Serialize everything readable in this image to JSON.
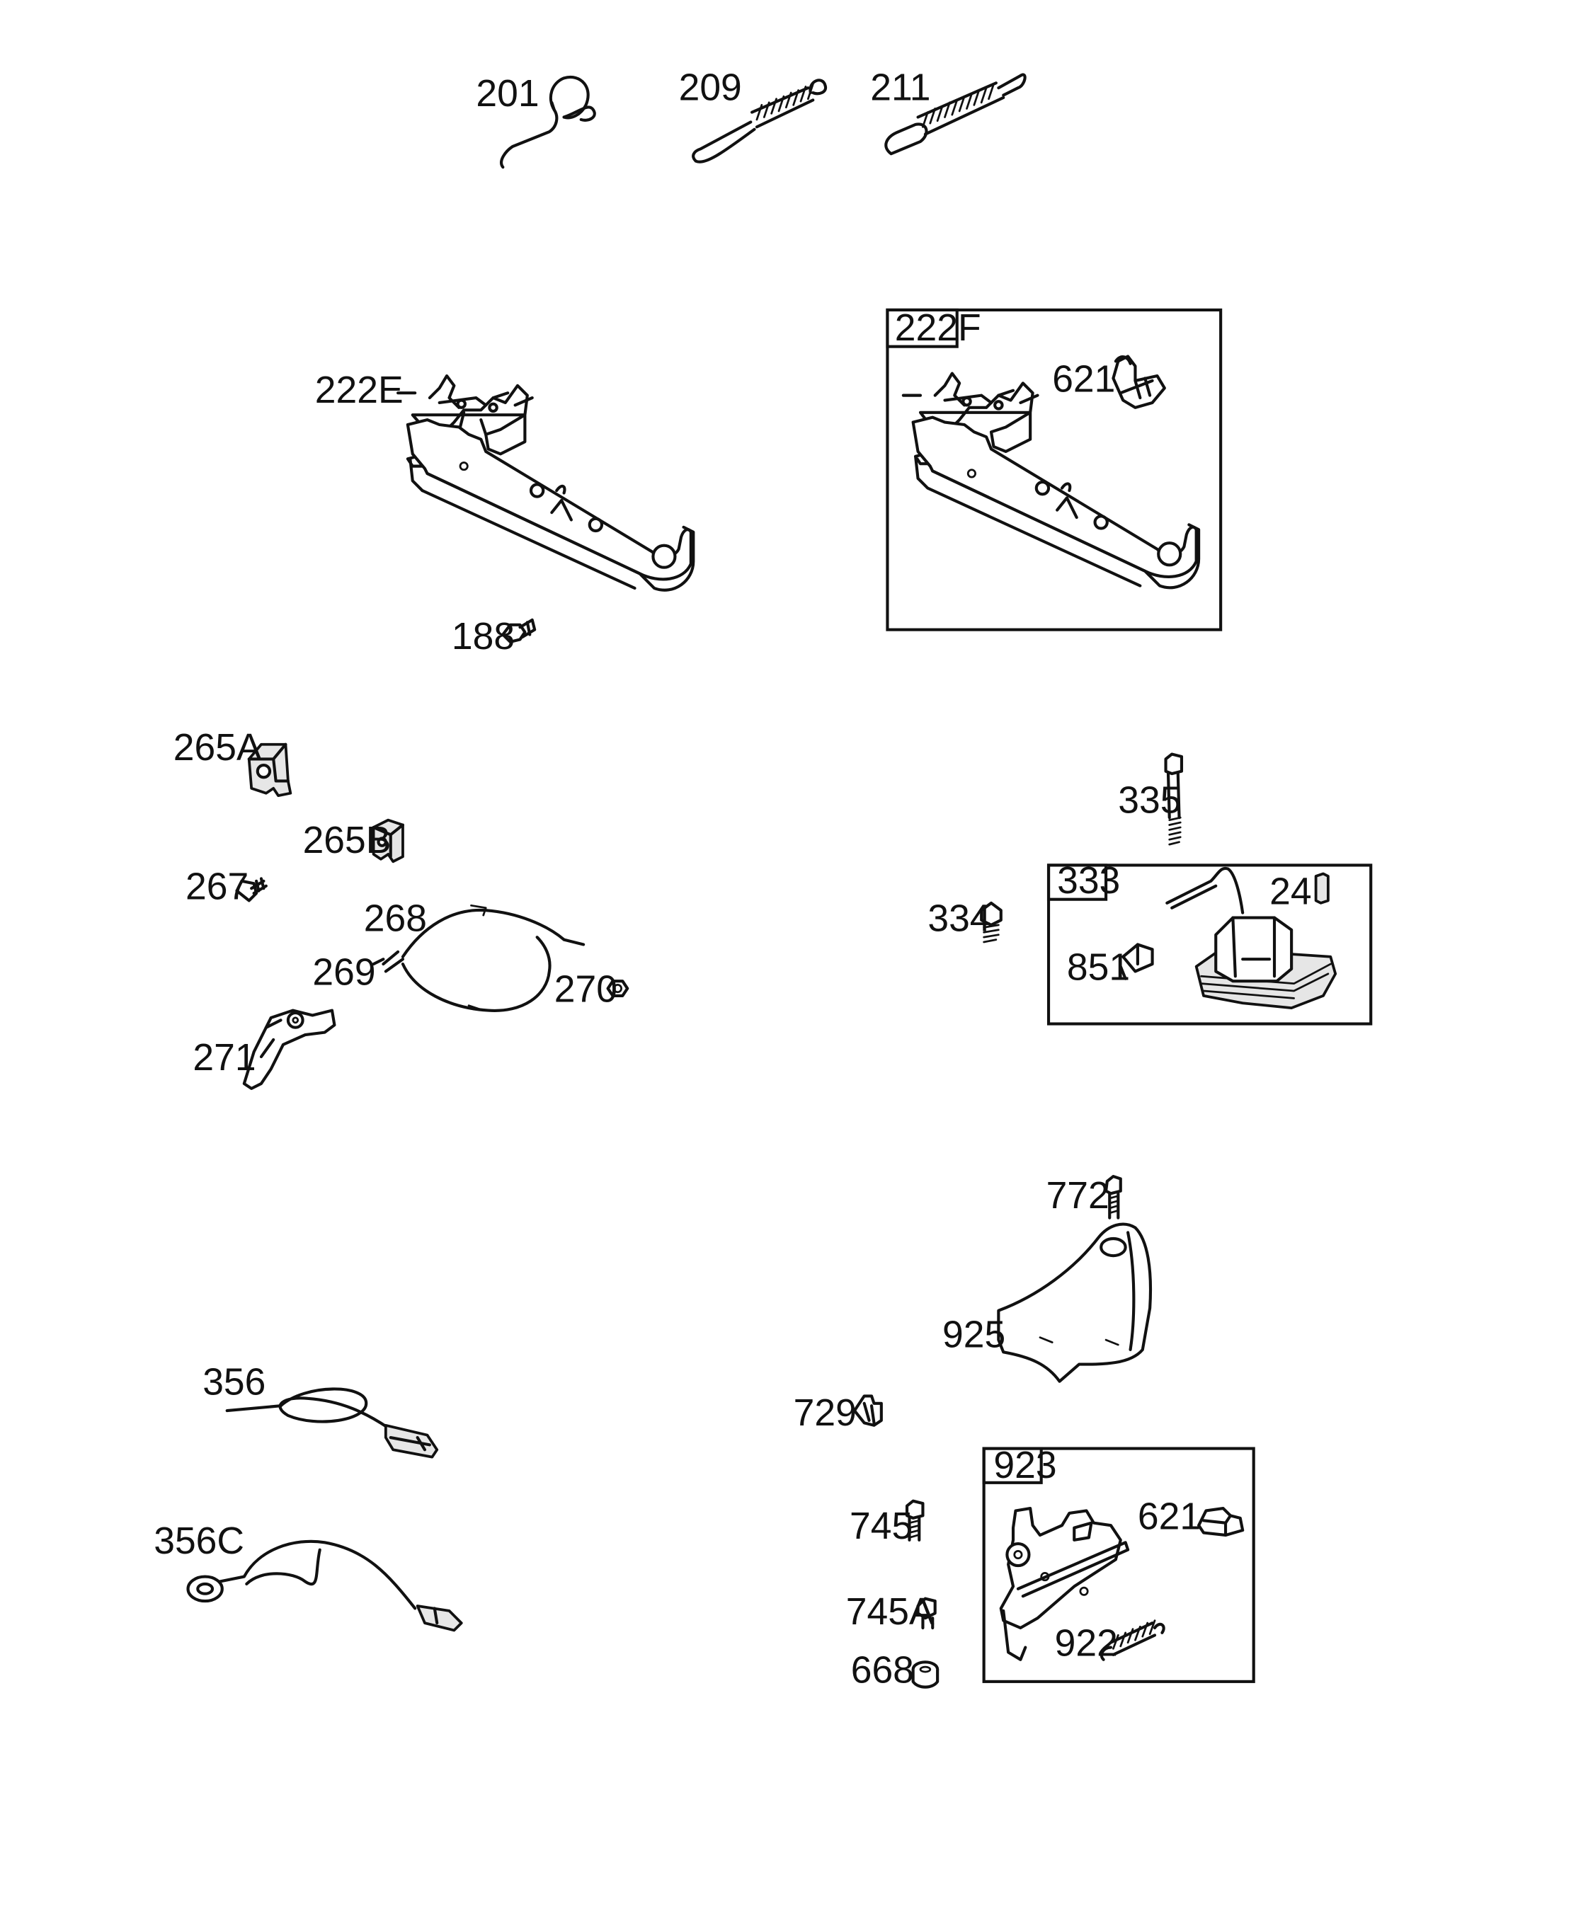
{
  "callouts": {
    "c201": "201",
    "c209": "209",
    "c211": "211",
    "c222E": "222E",
    "c188": "188",
    "c222F": "222F",
    "c621a": "621",
    "c265A": "265A",
    "c265B": "265B",
    "c267": "267",
    "c268": "268",
    "c269": "269",
    "c270": "270",
    "c271": "271",
    "c335": "335",
    "c333": "333",
    "c334": "334",
    "c24": "24",
    "c851": "851",
    "c772": "772",
    "c925": "925",
    "c729": "729",
    "c356": "356",
    "c356C": "356C",
    "c923": "923",
    "c745": "745",
    "c621b": "621",
    "c745A": "745A",
    "c922": "922",
    "c668": "668"
  }
}
